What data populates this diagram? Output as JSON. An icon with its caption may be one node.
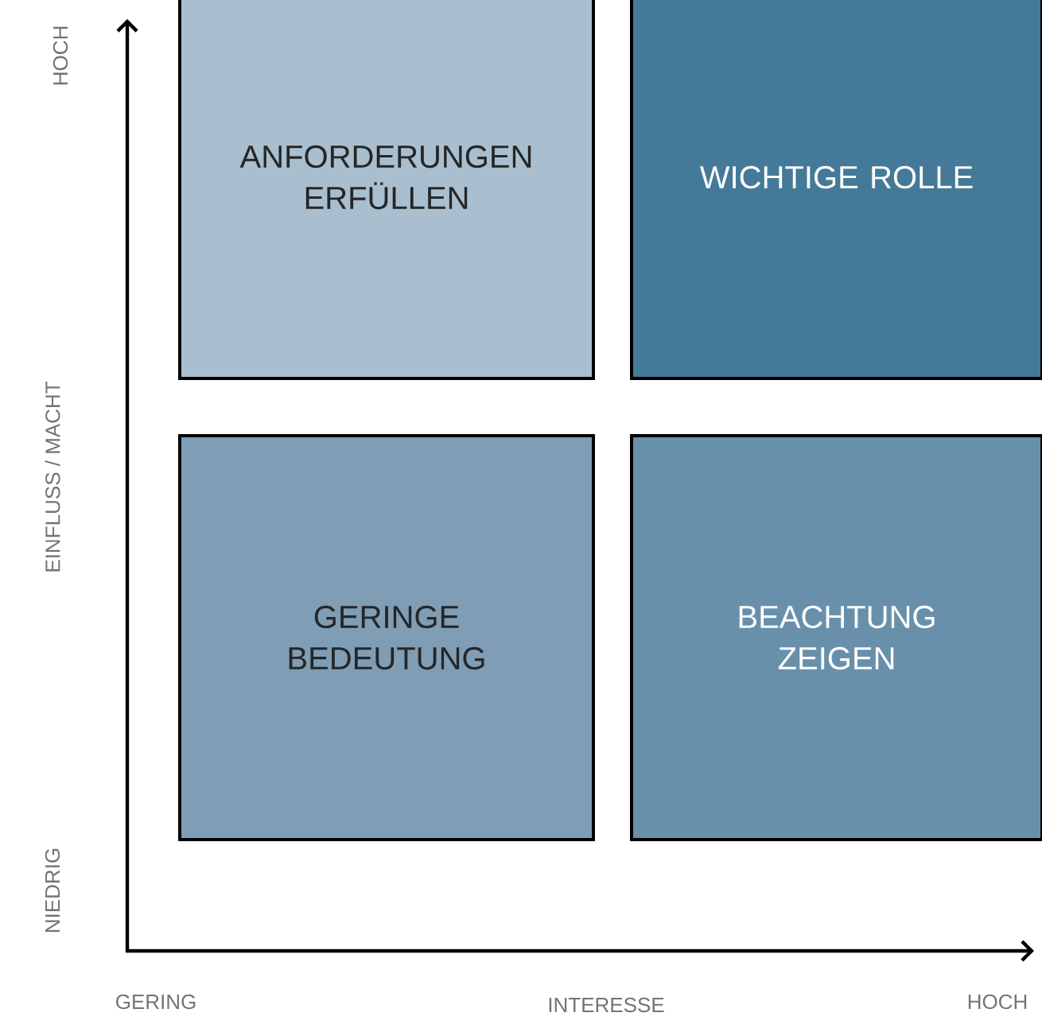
{
  "diagram": {
    "nodes": [
      {
        "text": [
          "ANFORDERUNGEN ERFÜLLEN"
        ]
      },
      {
        "text": [
          "WICHTIGE ROLLE"
        ]
      },
      {
        "text": [
          "GERINGE BEDEUTUNG"
        ]
      },
      {
        "text": [
          "BEACHTUNG ZEIGEN"
        ]
      }
    ],
    "edges": [],
    "labels": [
      "HOCH",
      "EINFLUSS / MACHT",
      "NIEDRIG",
      "GERING",
      "INTERESSE",
      "HOCH"
    ]
  }
}
